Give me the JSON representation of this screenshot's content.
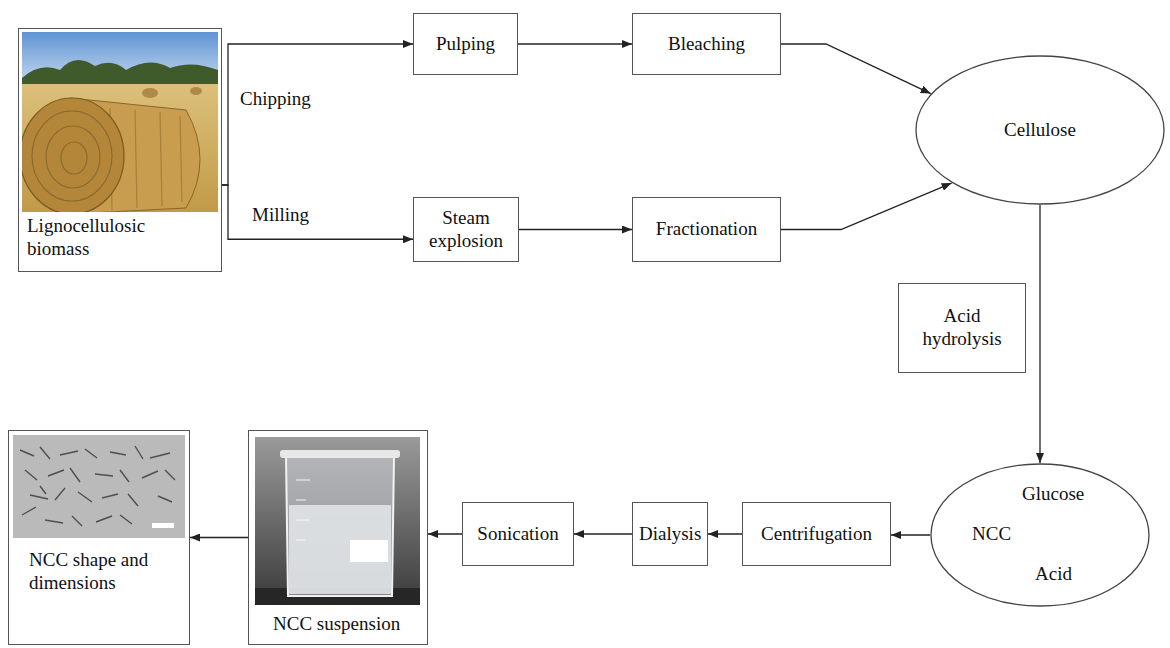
{
  "diagram": {
    "nodes": [
      {
        "text": [
          "Lignocellulosic biomass"
        ]
      },
      {
        "text": [
          "Pulping"
        ]
      },
      {
        "text": [
          "Bleaching"
        ]
      },
      {
        "text": [
          "Steam explosion"
        ]
      },
      {
        "text": [
          "Fractionation"
        ]
      },
      {
        "text": [
          "Cellulose"
        ]
      },
      {
        "text": [
          "Acid hydrolysis"
        ]
      },
      {
        "text": [
          "Glucose",
          "NCC",
          "Acid"
        ]
      },
      {
        "text": [
          "Centrifugation"
        ]
      },
      {
        "text": [
          "Dialysis"
        ]
      },
      {
        "text": [
          "Sonication"
        ]
      },
      {
        "text": [
          "NCC suspension"
        ]
      },
      {
        "text": [
          "NCC shape and dimensions"
        ]
      }
    ],
    "edges": [
      {
        "from": 0,
        "to": 1,
        "label": "Chipping",
        "arrow": "to"
      },
      {
        "from": 0,
        "to": 3,
        "label": "Milling",
        "arrow": "to"
      },
      {
        "from": 1,
        "to": 2,
        "arrow": "to"
      },
      {
        "from": 3,
        "to": 4,
        "arrow": "to"
      },
      {
        "from": 2,
        "to": 5,
        "arrow": "to"
      },
      {
        "from": 4,
        "to": 5,
        "arrow": "to"
      },
      {
        "from": 5,
        "to": 7,
        "arrow": "to"
      },
      {
        "from": 7,
        "to": 8,
        "arrow": "to"
      },
      {
        "from": 8,
        "to": 9,
        "arrow": "to"
      },
      {
        "from": 9,
        "to": 10,
        "arrow": "to"
      },
      {
        "from": 10,
        "to": 11,
        "arrow": "to"
      },
      {
        "from": 11,
        "to": 12,
        "arrow": "to"
      }
    ]
  }
}
